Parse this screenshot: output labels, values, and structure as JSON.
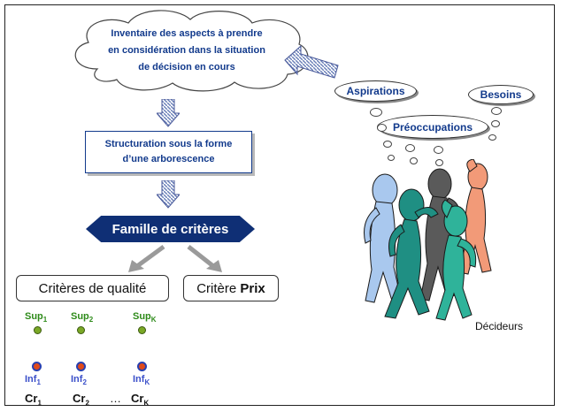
{
  "cloud": {
    "lines": [
      "Inventaire des aspects à prendre",
      "en considération dans la situation",
      "de décision en cours"
    ]
  },
  "structuration": {
    "lines": [
      "Structuration sous la forme",
      "d’une arborescence"
    ]
  },
  "famille": {
    "label": "Famille de critères"
  },
  "qualite": {
    "label": "Critères de qualité"
  },
  "prix": {
    "prefix": "Critère ",
    "bold": "Prix"
  },
  "thoughts": {
    "aspirations": "Aspirations",
    "besoins": "Besoins",
    "preoccupations": "Préoccupations"
  },
  "criteria": {
    "sup": [
      {
        "base": "Sup",
        "sub": "1"
      },
      {
        "base": "Sup",
        "sub": "2"
      },
      {
        "base": "Sup",
        "sub": "K"
      }
    ],
    "inf": [
      {
        "base": "Inf",
        "sub": "1"
      },
      {
        "base": "Inf",
        "sub": "2"
      },
      {
        "base": "Inf",
        "sub": "K"
      }
    ],
    "cr": [
      {
        "base": "Cr",
        "sub": "1"
      },
      {
        "base": "Cr",
        "sub": "2"
      },
      {
        "base": "Cr",
        "sub": "K"
      }
    ],
    "ellipsis": "…"
  },
  "decideurs": {
    "label": "Décideurs"
  },
  "colors": {
    "navy": "#0f2f75",
    "text_blue": "#123a8c",
    "sup_green": "#2e8b1a",
    "inf_blue": "#3a4fc9",
    "figures": [
      "#a9c8ee",
      "#5a5a5a",
      "#f29a78",
      "#1f8f83",
      "#2fb39a"
    ]
  }
}
